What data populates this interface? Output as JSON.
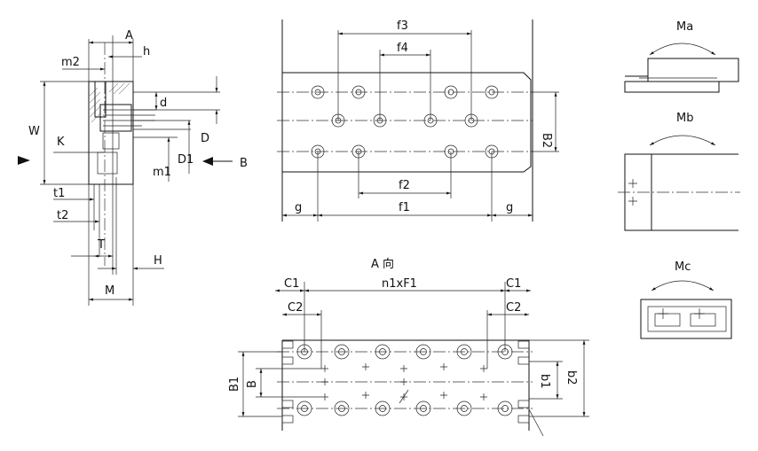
{
  "side_view": {
    "labels": {
      "A": "A",
      "h": "h",
      "m2": "m2",
      "W": "W",
      "K": "K",
      "d": "d",
      "D": "D",
      "D1": "D1",
      "m1": "m1",
      "B": "B",
      "t1": "t1",
      "t2": "t2",
      "T": "T",
      "H": "H",
      "M": "M"
    }
  },
  "top_view": {
    "labels": {
      "f3": "f3",
      "f4": "f4",
      "B2": "B2",
      "f2": "f2",
      "f1": "f1",
      "g_left": "g",
      "g_right": "g"
    }
  },
  "view_a": {
    "title": "A 向",
    "labels": {
      "C1_left": "C1",
      "C1_right": "C1",
      "n1xF1": "n1xF1",
      "C2_left": "C2",
      "C2_right": "C2",
      "B1": "B1",
      "B": "B",
      "b1": "b1",
      "b2": "b2"
    }
  },
  "moment_views": {
    "Ma": "Ma",
    "Mb": "Mb",
    "Mc": "Mc"
  }
}
